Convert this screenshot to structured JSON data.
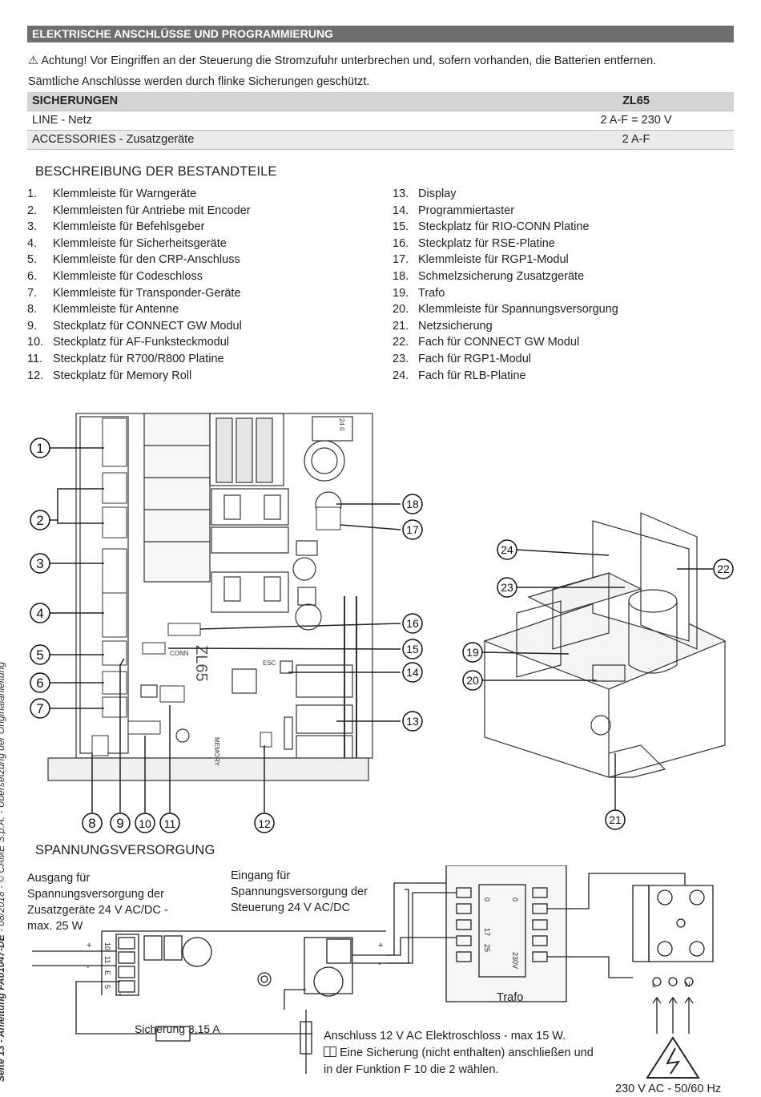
{
  "header": "ELEKTRISCHE ANSCHLÜSSE UND PROGRAMMIERUNG",
  "warning_symbol": "⚠",
  "warning": "Achtung! Vor Eingriffen an der Steuerung die Stromzufuhr unterbrechen und, sofern vorhanden, die Batterien entfernen.",
  "fuse_note": "Sämtliche Anschlüsse werden durch flinke Sicherungen geschützt.",
  "fuse_table": {
    "col1": "SICHERUNGEN",
    "col2": "ZL65",
    "rows": [
      {
        "label": "LINE - Netz",
        "value": "2 A-F = 230 V"
      },
      {
        "label": "ACCESSORIES - Zusatzgeräte",
        "value": "2 A-F"
      }
    ]
  },
  "components_title": "BESCHREIBUNG DER BESTANDTEILE",
  "components_left": [
    {
      "n": "1.",
      "t": "Klemmleiste für Warngeräte"
    },
    {
      "n": "2.",
      "t": "Klemmleisten für Antriebe mit Encoder"
    },
    {
      "n": "3.",
      "t": "Klemmleiste für Befehlsgeber"
    },
    {
      "n": "4.",
      "t": "Klemmleiste für Sicherheitsgeräte"
    },
    {
      "n": "5.",
      "t": "Klemmleiste für den CRP-Anschluss"
    },
    {
      "n": "6.",
      "t": "Klemmleiste für Codeschloss"
    },
    {
      "n": "7.",
      "t": "Klemmleiste für Transponder-Geräte"
    },
    {
      "n": "8.",
      "t": "Klemmleiste für Antenne"
    },
    {
      "n": "9.",
      "t": "Steckplatz für CONNECT GW Modul"
    },
    {
      "n": "10.",
      "t": "Steckplatz für AF-Funksteckmodul"
    },
    {
      "n": "11.",
      "t": "Steckplatz für R700/R800 Platine"
    },
    {
      "n": "12.",
      "t": "Steckplatz für Memory Roll"
    }
  ],
  "components_right": [
    {
      "n": "13.",
      "t": "Display"
    },
    {
      "n": "14.",
      "t": "Programmiertaster"
    },
    {
      "n": "15.",
      "t": "Steckplatz für RIO-CONN Platine"
    },
    {
      "n": "16.",
      "t": "Steckplatz für RSE-Platine"
    },
    {
      "n": "17.",
      "t": "Klemmleiste für RGP1-Modul"
    },
    {
      "n": "18.",
      "t": "Schmelzsicherung Zusatzgeräte"
    },
    {
      "n": "19.",
      "t": "Trafo"
    },
    {
      "n": "20.",
      "t": "Klemmleiste für Spannungsversorgung"
    },
    {
      "n": "21.",
      "t": "Netzsicherung"
    },
    {
      "n": "22.",
      "t": "Fach für CONNECT GW Modul"
    },
    {
      "n": "23.",
      "t": "Fach für RGP1-Modul"
    },
    {
      "n": "24.",
      "t": "Fach für RLB-Platine"
    }
  ],
  "board": {
    "callouts_left": [
      "1",
      "2",
      "3",
      "4",
      "5",
      "6",
      "7"
    ],
    "callouts_bottom": [
      "8",
      "9",
      "10",
      "11",
      "12"
    ],
    "callouts_right": [
      "18",
      "17",
      "16",
      "15",
      "14",
      "13"
    ],
    "callouts_unit": [
      "24",
      "23",
      "19",
      "20",
      "22",
      "21"
    ],
    "label_conn": "CONN",
    "label_memory": "MEMORY",
    "label_model": "ZL65",
    "label_esc": "ESC",
    "label_24_0": "24 0"
  },
  "power_title": "SPANNUNGSVERSORGUNG",
  "power": {
    "out_label": "Ausgang für Spannungsversorgung der Zusatzgeräte 24 V AC/DC - max. 25 W",
    "out_lines": [
      "Ausgang für",
      "Spannungsversorgung der",
      "Zusatzgeräte 24 V AC/DC -",
      "max. 25 W"
    ],
    "in_lines": [
      "Eingang für",
      "Spannungsversorgung der",
      "Steuerung 24 V AC/DC"
    ],
    "fuse_label": "Sicherung 3,15 A",
    "lock_line1": "Anschluss 12 V AC Elektroschloss - max 15 W.",
    "lock_line2": "Eine Sicherung (nicht enthalten) anschließen und",
    "lock_line3": "in der Funktion F 10 die 2 wählen.",
    "trafo_label": "Trafo",
    "mains_label": "230 V AC - 50/60 Hz",
    "terminal_labels": [
      "10",
      "11",
      "E",
      "5"
    ],
    "trafo_taps": [
      "0",
      "17",
      "25",
      "0",
      "230V"
    ],
    "mains_terminals": [
      "L",
      "N"
    ],
    "plus": "+",
    "minus": "-"
  },
  "sidebar": {
    "bold": "Seite 13 - Anleitung FA01047-DE",
    "normal": " - 08/2018 - © CAME S.p.A. - Übersetzung der Originalanleitung"
  }
}
